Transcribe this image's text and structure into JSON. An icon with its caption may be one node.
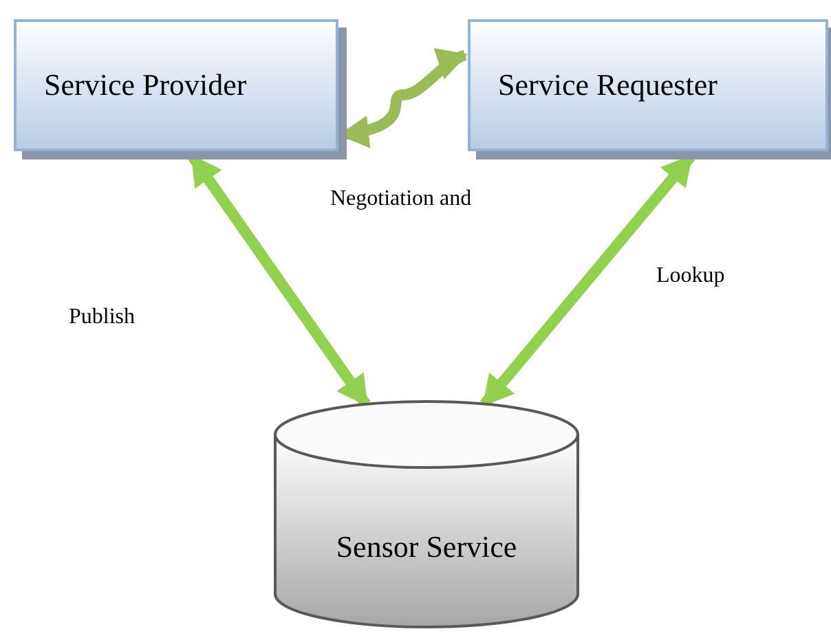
{
  "diagram": {
    "nodes": [
      {
        "text": [
          "Service Provider"
        ]
      },
      {
        "text": [
          "Service Requester"
        ]
      },
      {
        "text": [
          "Sensor Service"
        ]
      }
    ],
    "edges": [
      {
        "from": 0,
        "to": 1,
        "arrow": "both",
        "color": "#9bbb59"
      },
      {
        "from": 0,
        "to": 2,
        "arrow": "both"
      },
      {
        "from": 1,
        "to": 2,
        "arrow": "both"
      }
    ],
    "labels": [
      "Negotiation and",
      "Publish",
      "Lookup"
    ]
  }
}
